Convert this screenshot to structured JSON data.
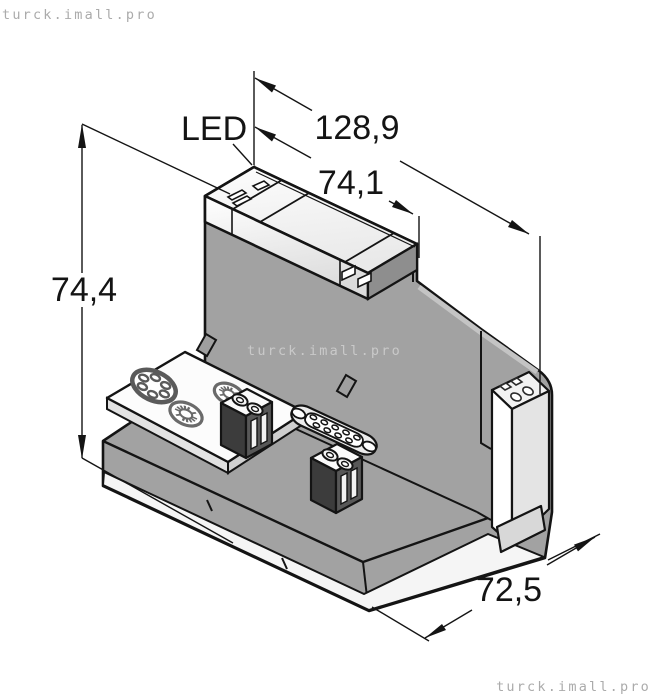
{
  "watermarks": {
    "top_left": "turck.imall.pro",
    "center": "turck.imall.pro",
    "bottom_right": "turck.imall.pro"
  },
  "callout": {
    "led_label": "LED"
  },
  "dimensions_mm": {
    "total_width": "128,9",
    "module_width": "74,1",
    "height": "74,4",
    "depth": "72,5"
  },
  "colors": {
    "outline": "#141414",
    "body_gray": "#a2a2a2",
    "face_light": "#f4f4f4",
    "end_face_dark": "#858585",
    "watermark_gray": "#ababab"
  }
}
